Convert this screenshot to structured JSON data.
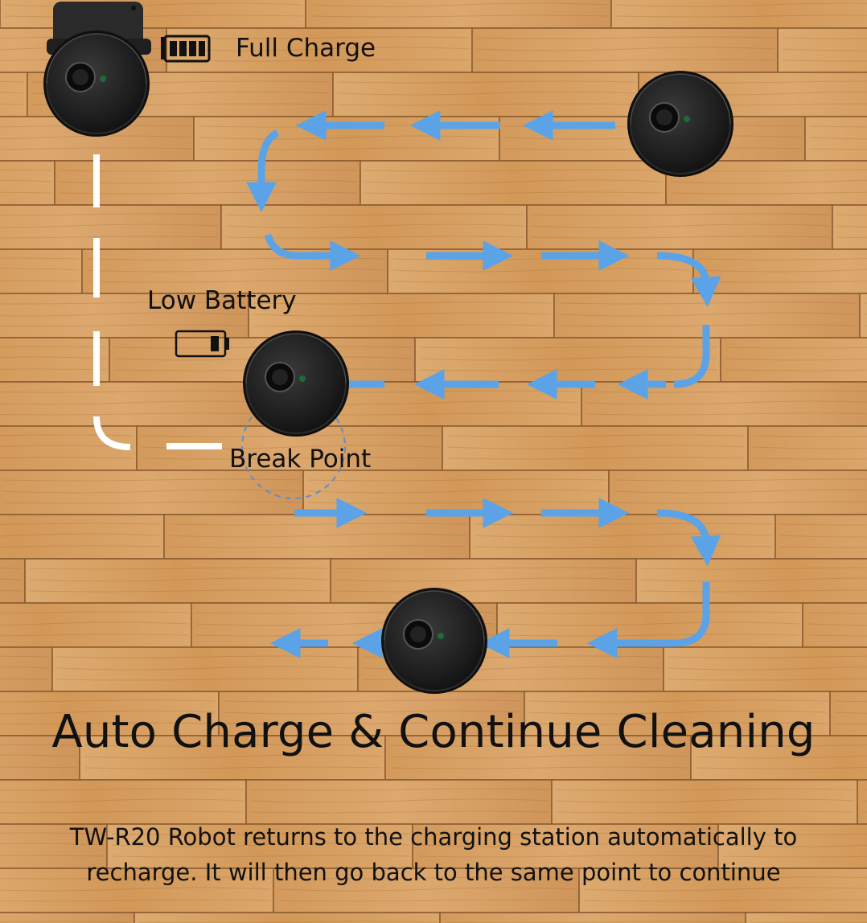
{
  "labels": {
    "full_charge": "Full Charge",
    "low_battery": "Low Battery",
    "break_point": "Break Point"
  },
  "title": "Auto Charge & Continue Cleaning",
  "description": {
    "line1": "TW-R20 Robot returns to the charging station automatically to",
    "line2": "recharge. It will then go back to the same point to continue"
  },
  "icons": {
    "full_battery": "battery-full-icon",
    "low_battery": "battery-low-icon",
    "robot": "robot-vacuum-icon",
    "dock": "charging-dock-icon",
    "arrow": "path-arrow-icon"
  },
  "colors": {
    "wood": "#d7a064",
    "path_arrow": "#5ba3e6",
    "return_path": "#ffffff",
    "robot": "#1b1b1b",
    "text": "#111111"
  }
}
